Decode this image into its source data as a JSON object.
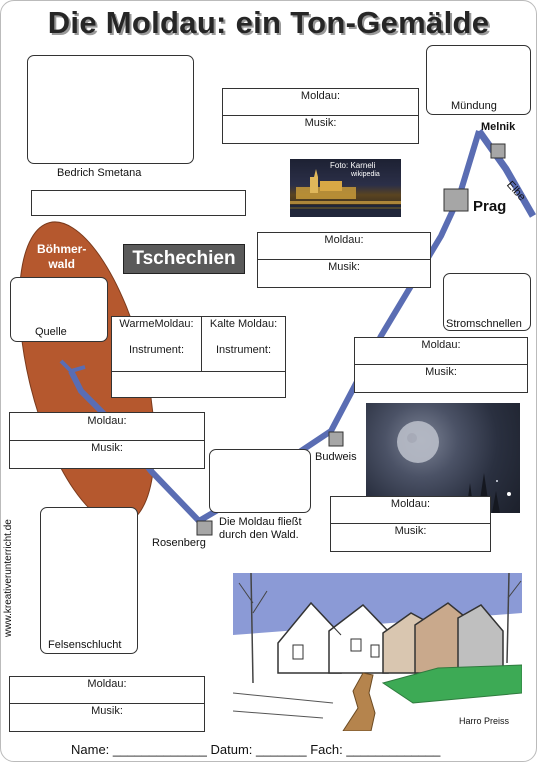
{
  "title": "Die Moldau: ein Ton-Gemälde",
  "composer_caption": "Bedrich Smetana",
  "region_label": "Böhmer-\nwald",
  "country_label": "Tschechien",
  "places": {
    "quelle": "Quelle",
    "muendung": "Mündung",
    "melnik": "Melnik",
    "elbe": "Elbe",
    "prag": "Prag",
    "stromschnellen": "Stromschnellen",
    "budweis": "Budweis",
    "rosenberg": "Rosenberg",
    "felsenschlucht": "Felsenschlucht",
    "wald_caption": "Die Moldau fließt\ndurch den Wald."
  },
  "field_moldau": "Moldau:",
  "field_musik": "Musik:",
  "table": {
    "col1_header": "WarmeMoldau:",
    "col2_header": "Kalte Moldau:",
    "row_label_1": "Instrument:",
    "row_label_2": "Instrument:"
  },
  "photo_credit": "Foto: Karneli",
  "photo_credit_sub": "wikipedia",
  "artist_credit": "Harro Preiss",
  "side_text": "www.kreativerunterricht.de",
  "footer": "Name: _____________ Datum: _______ Fach: _____________",
  "colors": {
    "river": "#5a6db3",
    "forest": "#b5582e",
    "country_badge_bg": "#5a5a5a",
    "city_marker": "#a6a6a6",
    "night_sky": "#2a3040",
    "drawing_sky": "#8b9ad6"
  }
}
